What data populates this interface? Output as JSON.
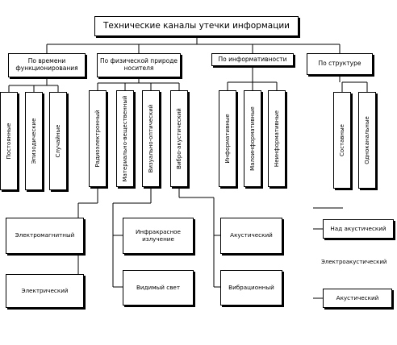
{
  "title": "Технические каналы утечки информации",
  "categories": [
    {
      "label": "По времени функционирования",
      "items": [
        "Постоянные",
        "Эпизодические",
        "Случайные"
      ]
    },
    {
      "label": "По физической природе носителя",
      "items": [
        "Радиоэлектронный",
        "Материально-вещественный",
        "Визуально-оптический",
        "Вибро-акустический"
      ],
      "sub": {
        "radio": [
          "Электромагнитный",
          "Электрический"
        ],
        "visual": [
          "Инфракрасное излучение",
          "Видимый свет"
        ],
        "vibro": [
          "Акустический",
          "Вибрационный"
        ]
      }
    },
    {
      "label": "По информативности",
      "items": [
        "Информативные",
        "Малоинформативные",
        "Неинформативные"
      ]
    },
    {
      "label": "По структуре",
      "items": [
        "Составные",
        "Одноканальные"
      ]
    }
  ],
  "right_list": [
    "Над акустический",
    "Электроакустический",
    "Акустический"
  ]
}
